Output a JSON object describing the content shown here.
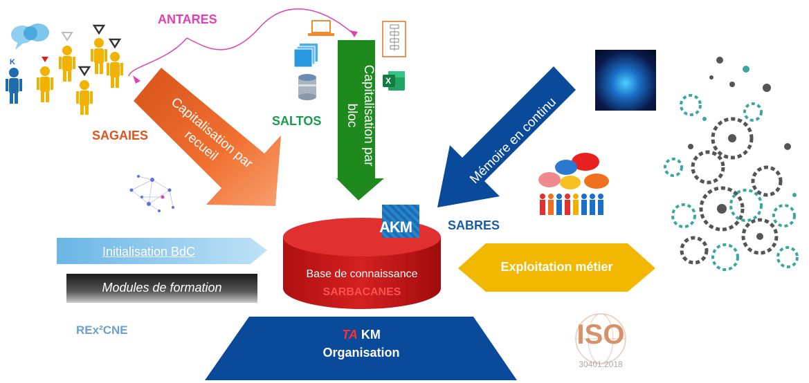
{
  "labels": {
    "antares": "ANTARES",
    "sagaies": "SAGAIES",
    "saltos": "SALTOS",
    "sabres": "SABRES",
    "rex": "REx²CNE"
  },
  "arrows": {
    "recueil": "Capitalisation par recueil",
    "bloc": "Capitalisation par bloc",
    "continu": "Mémoire en continu",
    "init": "Initialisation BdC",
    "exploitation": "Exploitation métier"
  },
  "modules": "Modules de formation",
  "base": {
    "title": "Base de connaissance",
    "name": "SARBACANES",
    "logo": "AKM"
  },
  "org": {
    "ta": "TA",
    "km": "KM",
    "line2": "Organisation"
  },
  "iso": {
    "mark": "ISO",
    "code": "30401:2018"
  },
  "people_left": {
    "k_label": "K"
  },
  "excel": {
    "mark": "X"
  },
  "colors": {
    "orange": "#e8601c",
    "green": "#1e8a1e",
    "blue_dark": "#0a4a9a",
    "magenta": "#e040b0",
    "red": "#c81818",
    "gold": "#f2b800"
  },
  "icons": [
    "chat-bubbles-icon",
    "person-icon",
    "laptop-icon",
    "document-stack-icon",
    "database-icon",
    "flowchart-icon",
    "excel-icon",
    "brain-icon",
    "network-graph-icon",
    "speech-group-icon",
    "gears-icon"
  ]
}
